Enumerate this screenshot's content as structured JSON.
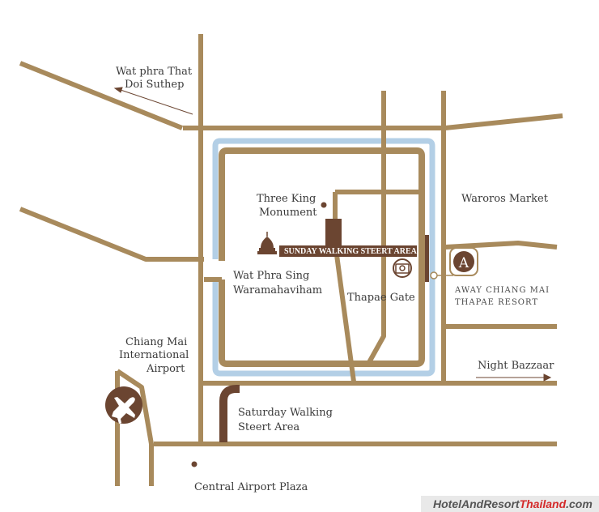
{
  "map": {
    "labels": {
      "wat_phra_that_1": "Wat phra That",
      "wat_phra_that_2": "Doi Suthep",
      "three_king_1": "Three King",
      "three_king_2": "Monument",
      "waroros_market": "Waroros Market",
      "sunday_walking": "SUNDAY WALKING STEERT AREA",
      "wat_phra_sing_1": "Wat Phra Sing",
      "wat_phra_sing_2": "Waramahaviham",
      "thapae_gate": "Thapae Gate",
      "resort_1": "AWAY CHIANG MAI",
      "resort_2": "THAPAE RESORT",
      "resort_marker": "A",
      "airport_1": "Chiang Mai",
      "airport_2": "International",
      "airport_3": "Airport",
      "night_bazaar": "Night Bazzaar",
      "saturday_1": "Saturday Walking",
      "saturday_2": "Steert Area",
      "central_airport_plaza": "Central Airport Plaza"
    },
    "watermark": {
      "part1": "HotelAndResort",
      "part2": "Thailand",
      "part3": ".com"
    },
    "colors": {
      "road": "#a88a5c",
      "moat": "#b3cfe6",
      "highlight": "#6b4531",
      "text": "#3a3a3a",
      "watermark_red": "#d42a2a"
    }
  }
}
